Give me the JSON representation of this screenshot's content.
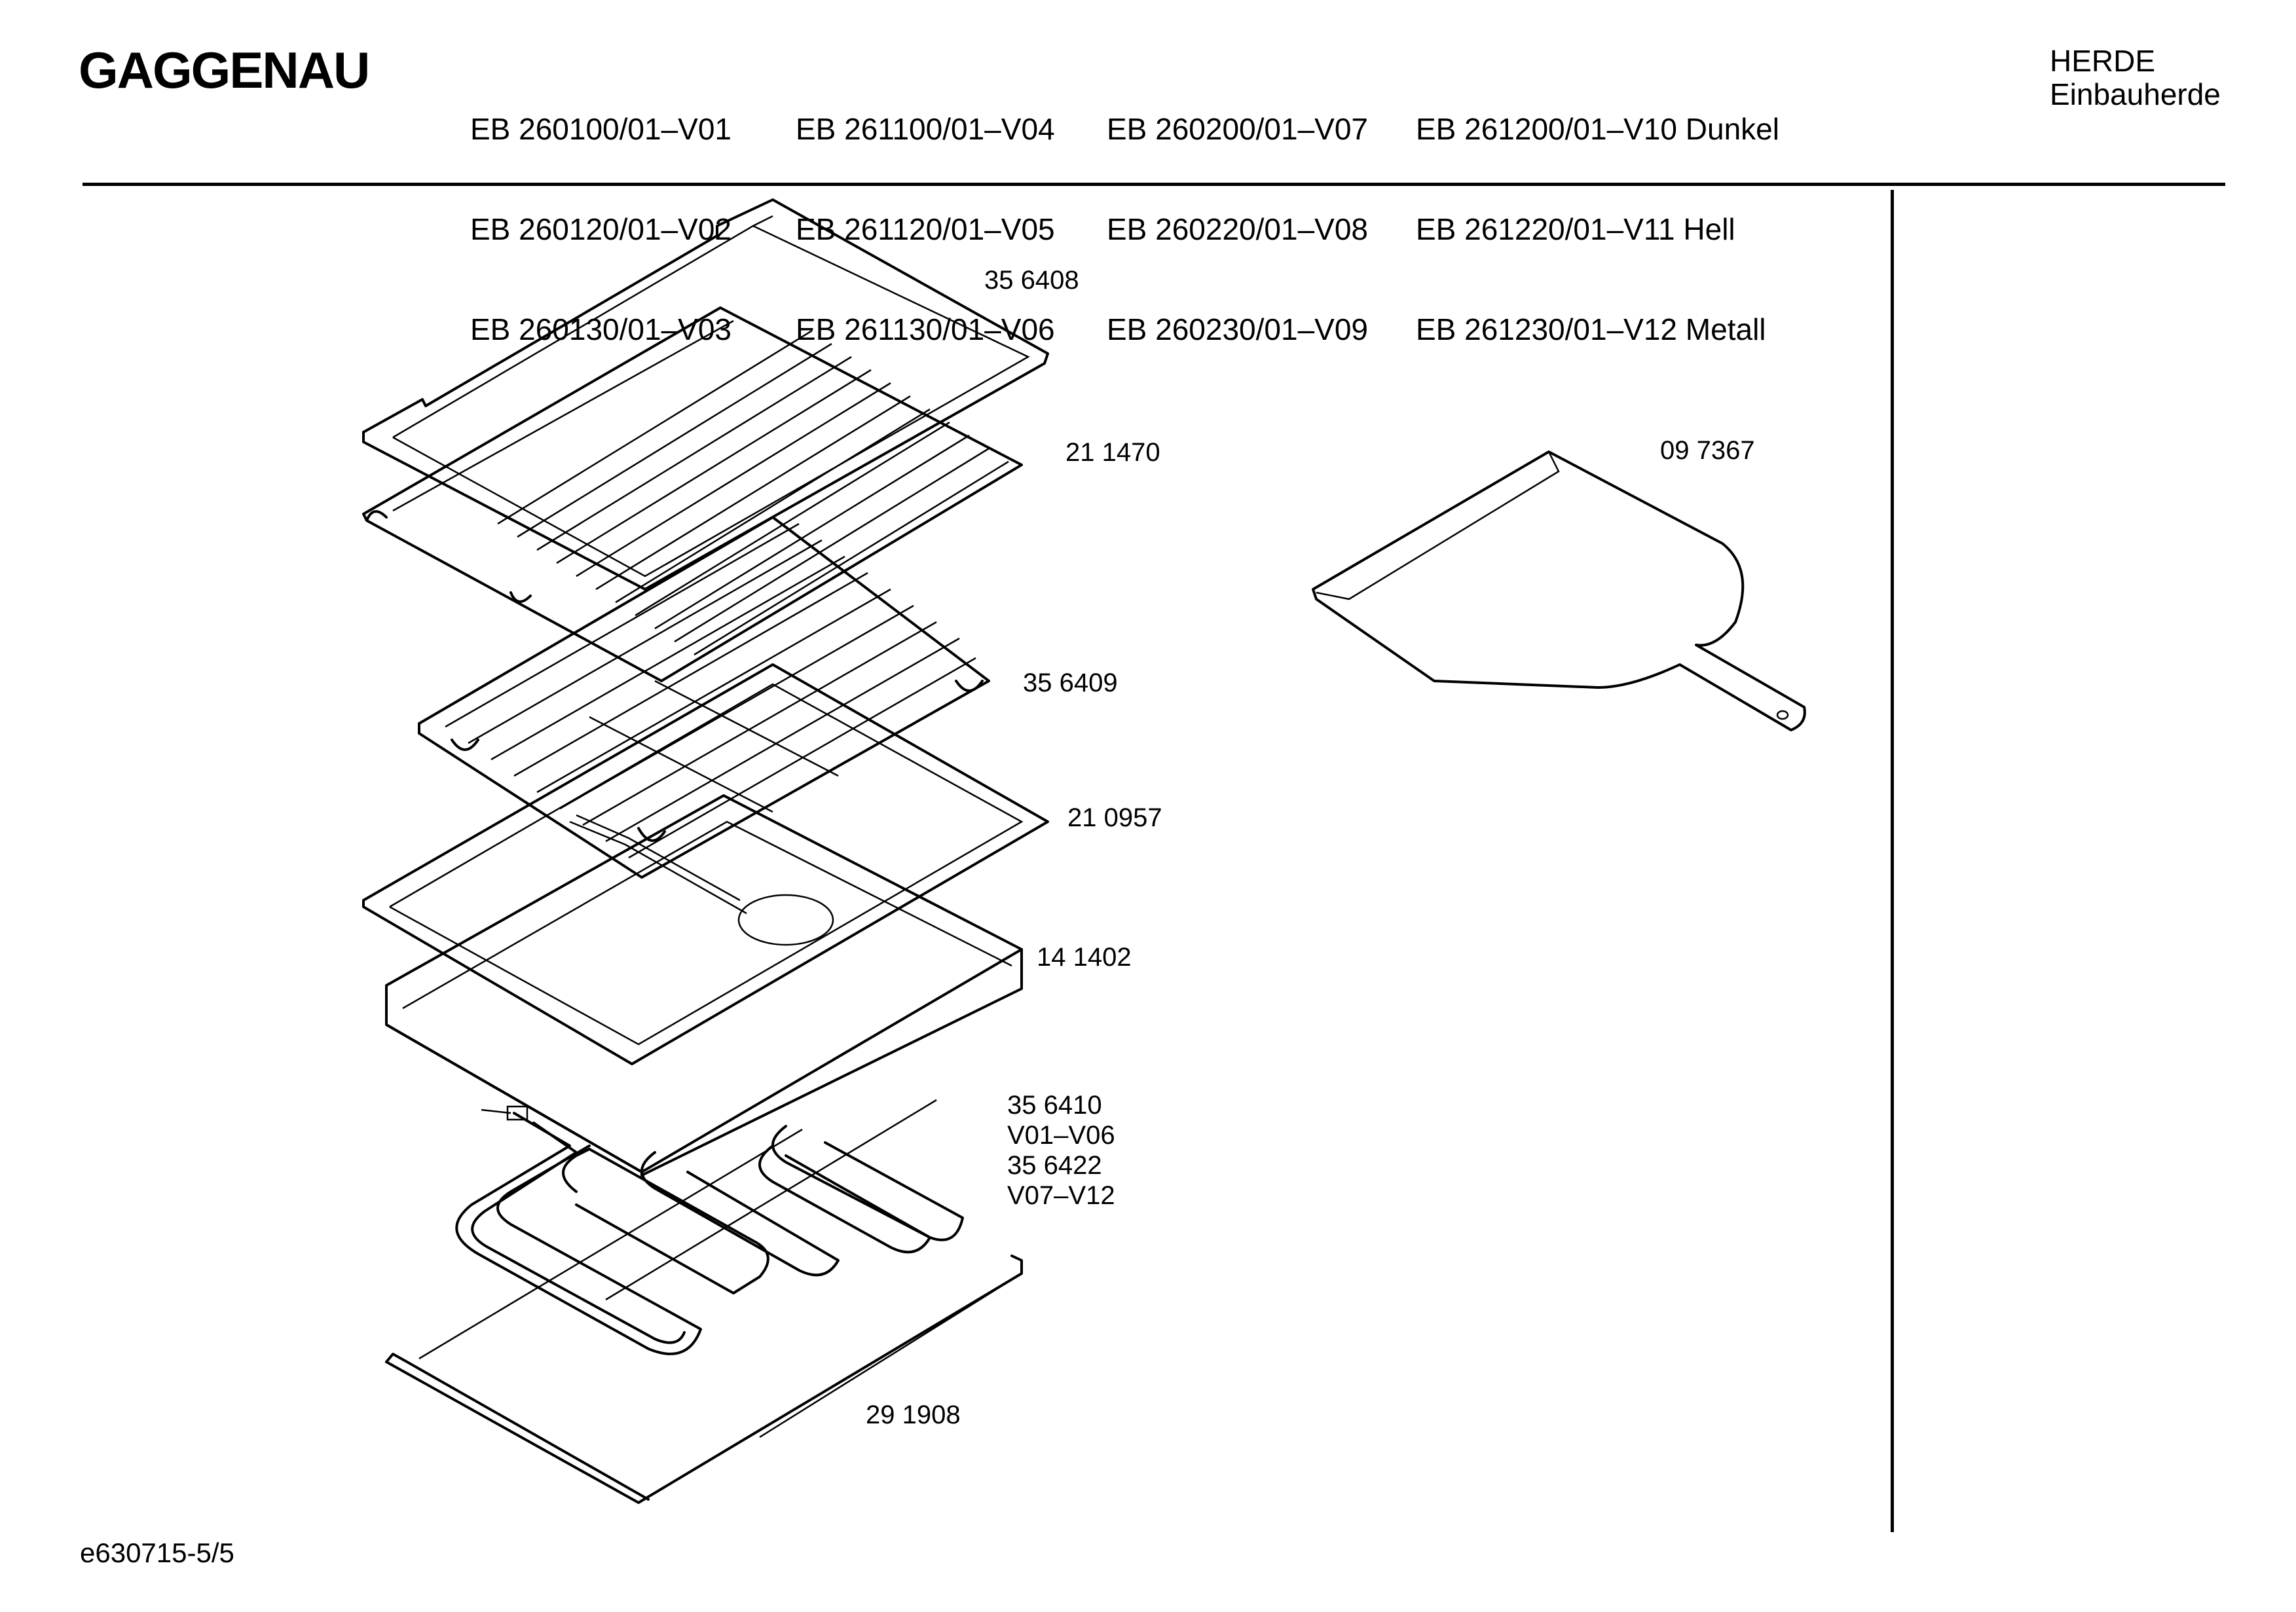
{
  "header": {
    "brand": "GAGGENAU",
    "models": [
      [
        "EB 260100/01–V01",
        "EB 260120/01–V02",
        "EB 260130/01–V03"
      ],
      [
        "EB 261100/01–V04",
        "EB 261120/01–V05",
        "EB 261130/01–V06"
      ],
      [
        "EB 260200/01–V07",
        "EB 260220/01–V08",
        "EB 260230/01–V09"
      ],
      [
        "EB 261200/01–V10 Dunkel",
        "EB 261220/01–V11 Hell",
        "EB 261230/01–V12 Metall"
      ]
    ],
    "category": "HERDE",
    "subcategory": "Einbauherde"
  },
  "parts": {
    "p356408": "35 6408",
    "p211470": "21 1470",
    "p356409": "35 6409",
    "p210957": "21 0957",
    "p141402": "14 1402",
    "p356410": "35 6410",
    "v01_v06": "V01–V06",
    "p356422": "35 6422",
    "v07_v12": "V07–V12",
    "p291908": "29 1908",
    "p097367": "09 7367"
  },
  "footer": {
    "doc_id": "e630715-5/5"
  }
}
